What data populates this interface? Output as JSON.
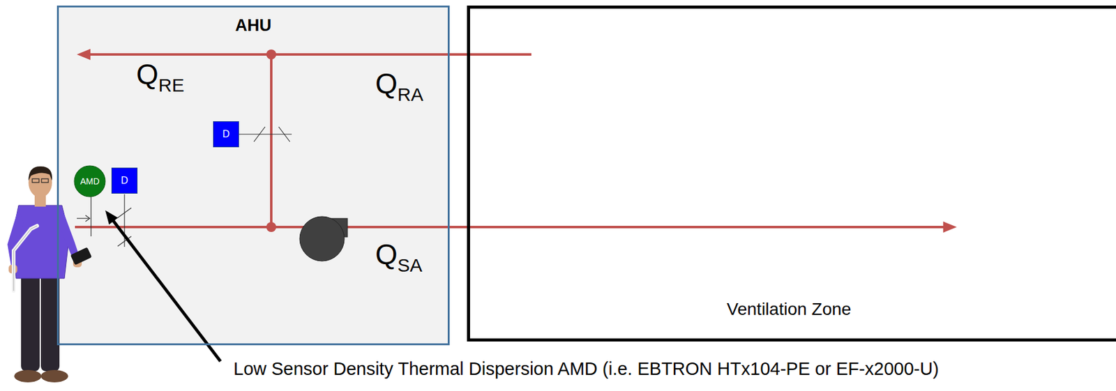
{
  "diagram": {
    "nodes": [
      {
        "text": [
          "AHU"
        ]
      },
      {
        "text": [
          "D"
        ],
        "in": 0
      },
      {
        "text": [
          "AMD"
        ],
        "in": 0
      },
      {
        "text": [
          "D"
        ],
        "in": 0
      },
      {
        "text": [
          "Ventilation Zone"
        ]
      }
    ],
    "labels": [
      "QRE",
      "QRA",
      "QSA",
      "Low Sensor Density Thermal Dispersion AMD (i.e. EBTRON HTx104-PE or EF-x2000-U)"
    ]
  }
}
